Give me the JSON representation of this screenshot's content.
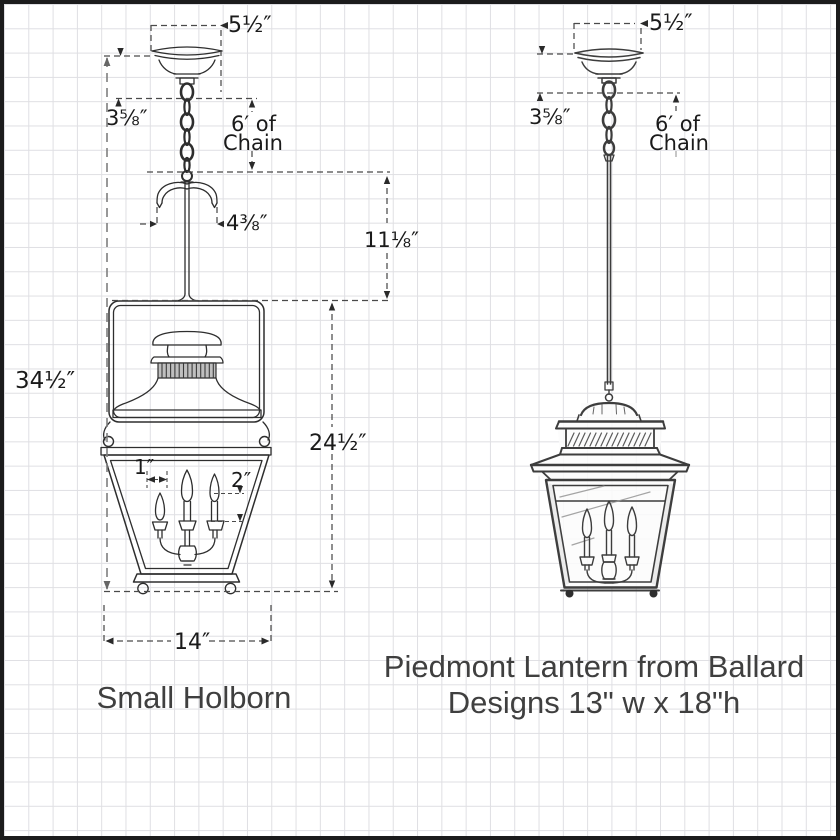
{
  "palette": {
    "paper": "#ffffff",
    "grid_line": "#dfdfe3",
    "ink": "#2e2e2e",
    "sketch_ink": "#3d3d3d",
    "dimension_ink": "#4a4a4a",
    "frame_border": "#1c1c1c"
  },
  "left": {
    "label": "Small Holborn",
    "dims": {
      "canopy_width": "5½″",
      "canopy_height": "3⅝″",
      "chain_length_line1": "6′ of",
      "chain_length_line2": "Chain",
      "hook_width": "4⅜″",
      "upper_height": "11⅛″",
      "overall_height": "34½″",
      "lantern_height": "24½″",
      "candle_spacing": "1″",
      "candle_height": "2″",
      "lantern_width": "14″"
    }
  },
  "right": {
    "label_line1": "Piedmont Lantern from Ballard",
    "label_line2": "Designs 13\" w x 18\"h",
    "dims": {
      "canopy_width": "5½″",
      "canopy_height": "3⅝″",
      "chain_length_line1": "6′ of",
      "chain_length_line2": "Chain"
    }
  }
}
